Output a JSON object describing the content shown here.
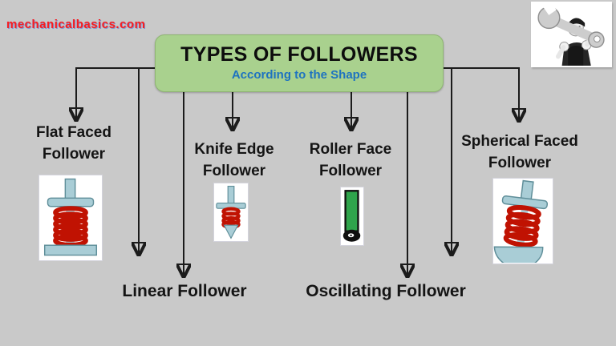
{
  "watermark": {
    "text": "mechanicalbasics.com",
    "color": "#fb1d1d"
  },
  "title_box": {
    "title": "TYPES OF FOLLOWERS",
    "subtitle": "According to the Shape",
    "bg_color": "#a9d18e",
    "subtitle_color": "#1e73c0"
  },
  "followers": {
    "flat": {
      "line1": "Flat Faced",
      "line2": "Follower"
    },
    "knife": {
      "line1": "Knife Edge",
      "line2": "Follower"
    },
    "roller": {
      "line1": "Roller Face",
      "line2": "Follower"
    },
    "spherical": {
      "line1": "Spherical Faced",
      "line2": "Follower"
    },
    "linear": {
      "label": "Linear Follower"
    },
    "oscillating": {
      "label": "Oscillating Follower"
    }
  },
  "icons": {
    "flat_figure": "flat-faced-follower-icon",
    "knife_figure": "knife-edge-follower-icon",
    "roller_figure": "roller-face-follower-icon",
    "spherical_figure": "spherical-faced-follower-icon",
    "logo": "mechanic-with-wrench-icon"
  },
  "colors": {
    "background": "#c9c9c9",
    "connector": "#1b1b1b",
    "spring_red": "#c01202",
    "steel_blue": "#a9cdd6",
    "roller_green": "#2fa44c"
  }
}
